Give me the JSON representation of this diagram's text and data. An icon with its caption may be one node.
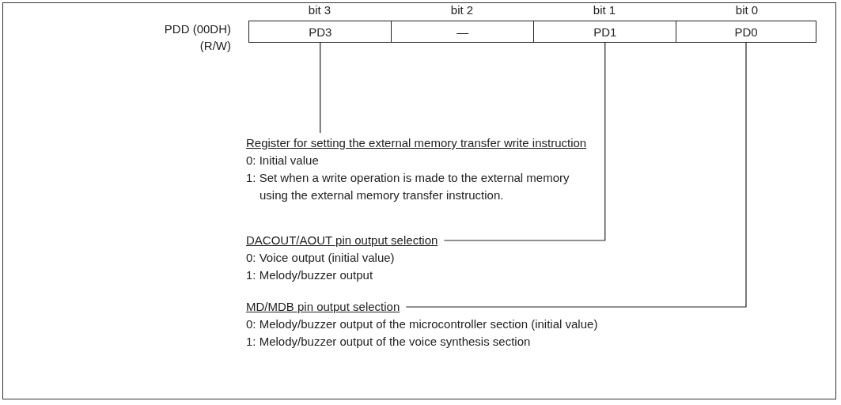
{
  "diagram": {
    "nodes": [
      {
        "text": [
          "PD3"
        ],
        "beside": [
          "bit 3"
        ]
      },
      {
        "text": [
          "—"
        ],
        "beside": [
          "bit 2"
        ]
      },
      {
        "text": [
          "PD1"
        ],
        "beside": [
          "bit 1"
        ]
      },
      {
        "text": [
          "PD0"
        ],
        "beside": [
          "bit 0"
        ]
      },
      {
        "text": [
          "Register for setting the external memory transfer write instruction",
          "0: Initial value",
          "1: Set when a write operation is made to the external memory using the external memory transfer instruction."
        ]
      },
      {
        "text": [
          "DACOUT/AOUT pin output selection",
          "0: Voice output (initial value)",
          "1: Melody/buzzer output"
        ]
      },
      {
        "text": [
          "MD/MDB pin output selection",
          "0: Melody/buzzer output of the microcontroller section (initial value)",
          "1: Melody/buzzer output of the voice synthesis section"
        ]
      }
    ],
    "edges": [
      {
        "from": 0,
        "to": 4,
        "arrow": "none"
      },
      {
        "from": 2,
        "to": 5,
        "arrow": "none"
      },
      {
        "from": 3,
        "to": 6,
        "arrow": "none"
      }
    ],
    "labels": [
      "PDD (00DH)",
      "(R/W)"
    ]
  }
}
